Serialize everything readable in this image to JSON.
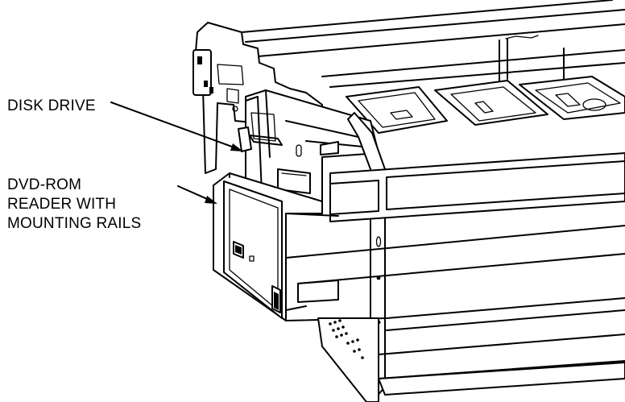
{
  "labels": {
    "disk_drive": "DISK DRIVE",
    "dvd_lines": [
      "DVD-ROM",
      "READER WITH",
      "MOUNTING RAILS"
    ]
  },
  "colors": {
    "ink": "#000000",
    "paper": "#ffffff"
  }
}
